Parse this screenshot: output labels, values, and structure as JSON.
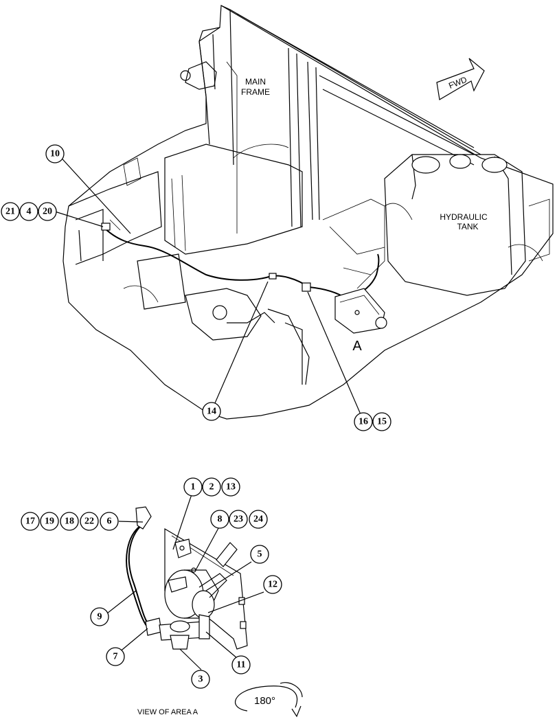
{
  "labels": {
    "main_frame_line1": "MAIN",
    "main_frame_line2": "FRAME",
    "hydraulic_tank_line1": "HYDRAULIC",
    "hydraulic_tank_line2": "TANK",
    "forward_arrow": "FWD",
    "area_marker": "A",
    "view_caption": "VIEW OF AREA A",
    "rotation": "180°"
  },
  "callouts": {
    "c10": "10",
    "c21": "21",
    "c4": "4",
    "c20": "20",
    "c14": "14",
    "c16": "16",
    "c15": "15",
    "c1": "1",
    "c2": "2",
    "c13": "13",
    "c17": "17",
    "c19": "19",
    "c18": "18",
    "c22": "22",
    "c6": "6",
    "c8": "8",
    "c23": "23",
    "c24": "24",
    "c5": "5",
    "c12": "12",
    "c9": "9",
    "c7": "7",
    "c11": "11",
    "c3": "3"
  }
}
